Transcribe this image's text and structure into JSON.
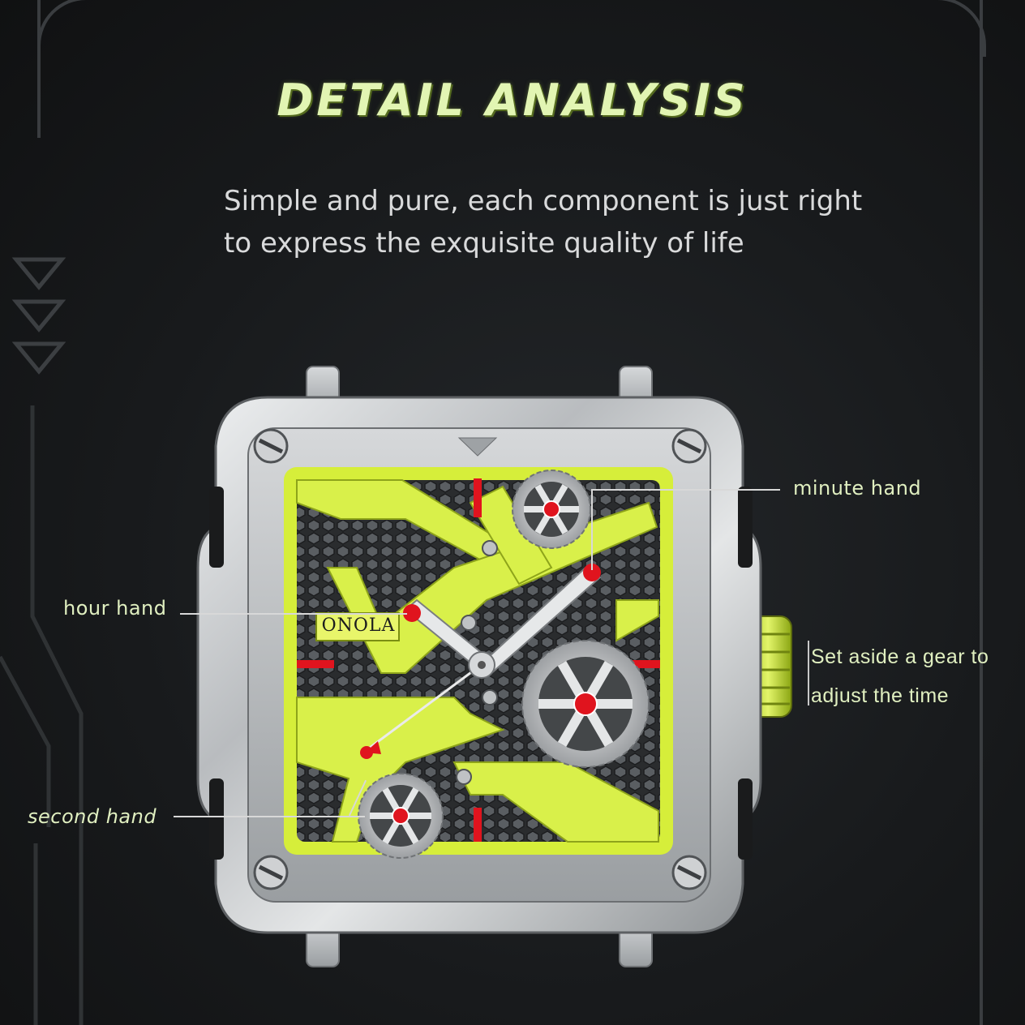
{
  "title": "DETAIL ANALYSIS",
  "subtitle": {
    "line1": "Simple and pure, each component is just right",
    "line2": "to express the exquisite quality of life"
  },
  "brand": "ONOLA",
  "callouts": {
    "minute_hand": "minute hand",
    "hour_hand": "hour hand",
    "second_hand": "second hand",
    "crown_line1": "Set aside a gear to",
    "crown_line2": "adjust the time"
  },
  "colors": {
    "accent": "#d9f04a",
    "background": "#1a1c1e",
    "case": "#c9cbcd",
    "jewel": "#e0141e"
  }
}
